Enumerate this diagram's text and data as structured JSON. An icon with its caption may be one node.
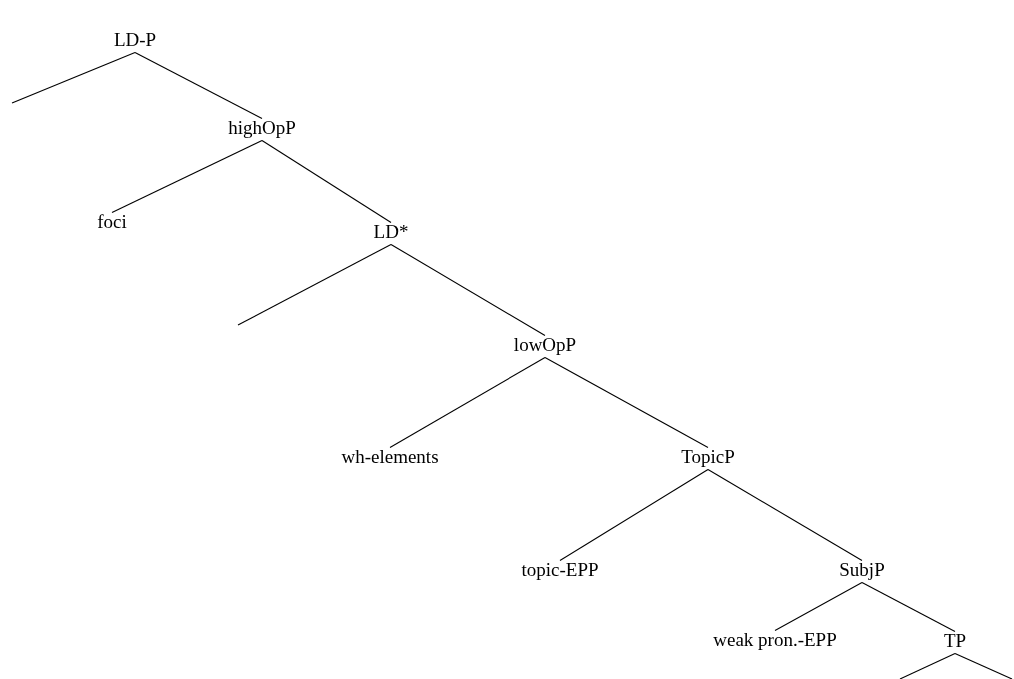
{
  "diagram": {
    "nodes": [
      {
        "text": [
          "LD-P"
        ]
      },
      {
        "text": [
          "highOpP"
        ]
      },
      {
        "text": [
          "foci"
        ]
      },
      {
        "text": [
          "LD*"
        ]
      },
      {
        "text": [
          "lowOpP"
        ]
      },
      {
        "text": [
          "wh-elements"
        ]
      },
      {
        "text": [
          "TopicP"
        ]
      },
      {
        "text": [
          "topic-EPP"
        ]
      },
      {
        "text": [
          "SubjP"
        ]
      },
      {
        "text": [
          "weak pron.-EPP"
        ]
      },
      {
        "text": [
          "TP"
        ]
      }
    ],
    "edges": [
      {
        "from": 0,
        "to": null,
        "arrow": "none"
      },
      {
        "from": 0,
        "to": 1,
        "arrow": "none"
      },
      {
        "from": 1,
        "to": 2,
        "arrow": "none"
      },
      {
        "from": 1,
        "to": 3,
        "arrow": "none"
      },
      {
        "from": 3,
        "to": null,
        "arrow": "none"
      },
      {
        "from": 3,
        "to": 4,
        "arrow": "none"
      },
      {
        "from": 4,
        "to": 5,
        "arrow": "none"
      },
      {
        "from": 4,
        "to": 6,
        "arrow": "none"
      },
      {
        "from": 6,
        "to": 7,
        "arrow": "none"
      },
      {
        "from": 6,
        "to": 8,
        "arrow": "none"
      },
      {
        "from": 8,
        "to": 9,
        "arrow": "none"
      },
      {
        "from": 8,
        "to": 10,
        "arrow": "none"
      },
      {
        "from": 10,
        "to": null,
        "arrow": "none"
      },
      {
        "from": 10,
        "to": null,
        "arrow": "none"
      }
    ]
  }
}
